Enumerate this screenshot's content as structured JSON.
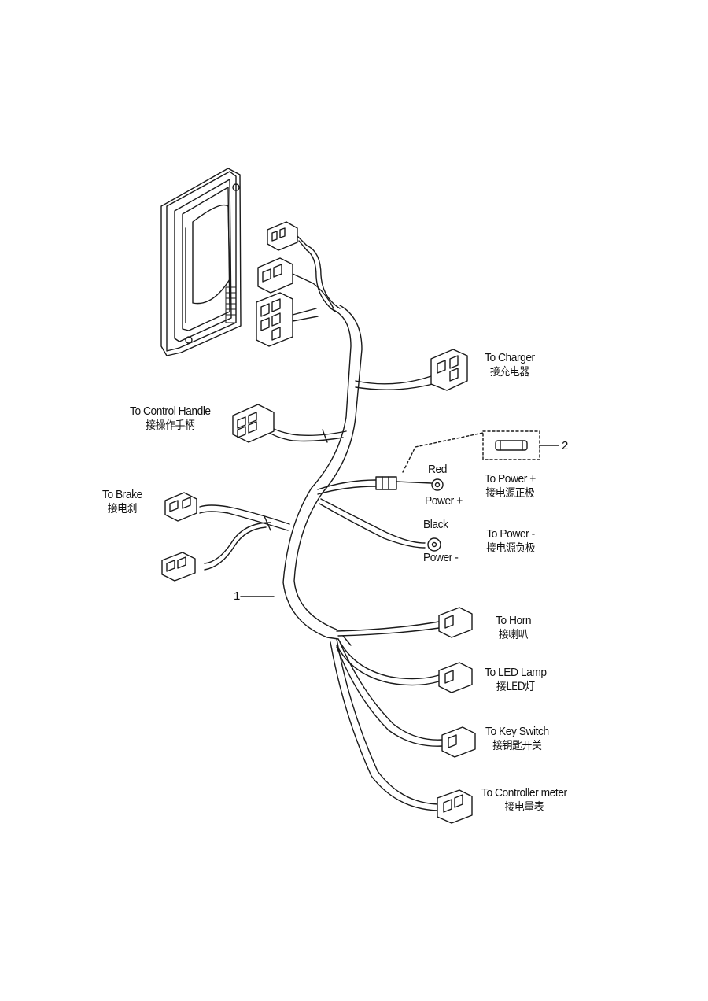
{
  "callouts": {
    "harness": "1",
    "fuse": "2"
  },
  "labels": {
    "charger": {
      "en": "To Charger",
      "zh": "接充电器"
    },
    "control": {
      "en": "To Control Handle",
      "zh": "接操作手柄"
    },
    "brake": {
      "en": "To  Brake",
      "zh": "接电刹"
    },
    "power_pos": {
      "en": "To Power +",
      "zh": "接电源正极"
    },
    "power_neg": {
      "en": "To Power -",
      "zh": "接电源负极"
    },
    "horn": {
      "en": "To Horn",
      "zh": "接喇叭"
    },
    "led": {
      "en": "To LED Lamp",
      "zh": "接LED灯"
    },
    "key": {
      "en": "To Key Switch",
      "zh": "接钥匙开关"
    },
    "meter": {
      "en": "To Controller meter",
      "zh": "接电量表"
    }
  },
  "wire_labels": {
    "red": "Red",
    "power_plus": "Power +",
    "black": "Black",
    "power_minus": "Power -"
  }
}
